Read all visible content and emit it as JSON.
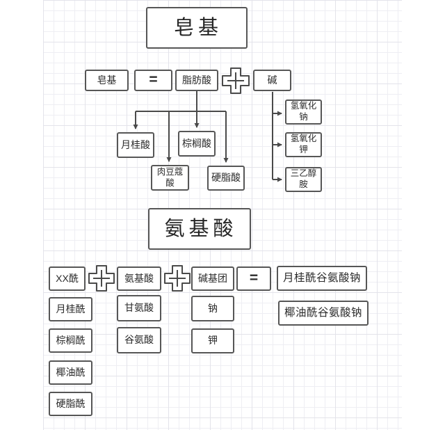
{
  "colors": {
    "background": "#ffffff",
    "node_border": "#565656",
    "node_text": "#2b2b2b",
    "grid_line": "#eeeef3",
    "grid_line_major": "#e3e3ea",
    "connector": "#4a4a4a"
  },
  "soap_section": {
    "title": "皂基",
    "equation": {
      "lhs": "皂基",
      "equals": "=",
      "operand1": "脂肪酸",
      "plus": "+",
      "operand2": "碱"
    },
    "fatty_acid_types": [
      "月桂酸",
      "棕榈酸",
      "肉豆蔻酸",
      "硬脂酸"
    ],
    "alkali_types": [
      "氢氧化钠",
      "氢氧化钾",
      "三乙醇胺"
    ]
  },
  "amino_section": {
    "title": "氨基酸",
    "equation": {
      "operand1": "XX酰",
      "plus1": "+",
      "operand2": "氨基酸",
      "plus2": "+",
      "operand3": "碱基团",
      "equals": "=",
      "products": [
        "月桂酰谷氨酸钠",
        "椰油酰谷氨酸钠"
      ]
    },
    "acyl_types": [
      "月桂酰",
      "棕榈酰",
      "椰油酰",
      "硬脂酰"
    ],
    "amino_acid_types": [
      "甘氨酸",
      "谷氨酸"
    ],
    "base_group_types": [
      "钠",
      "钾"
    ]
  }
}
